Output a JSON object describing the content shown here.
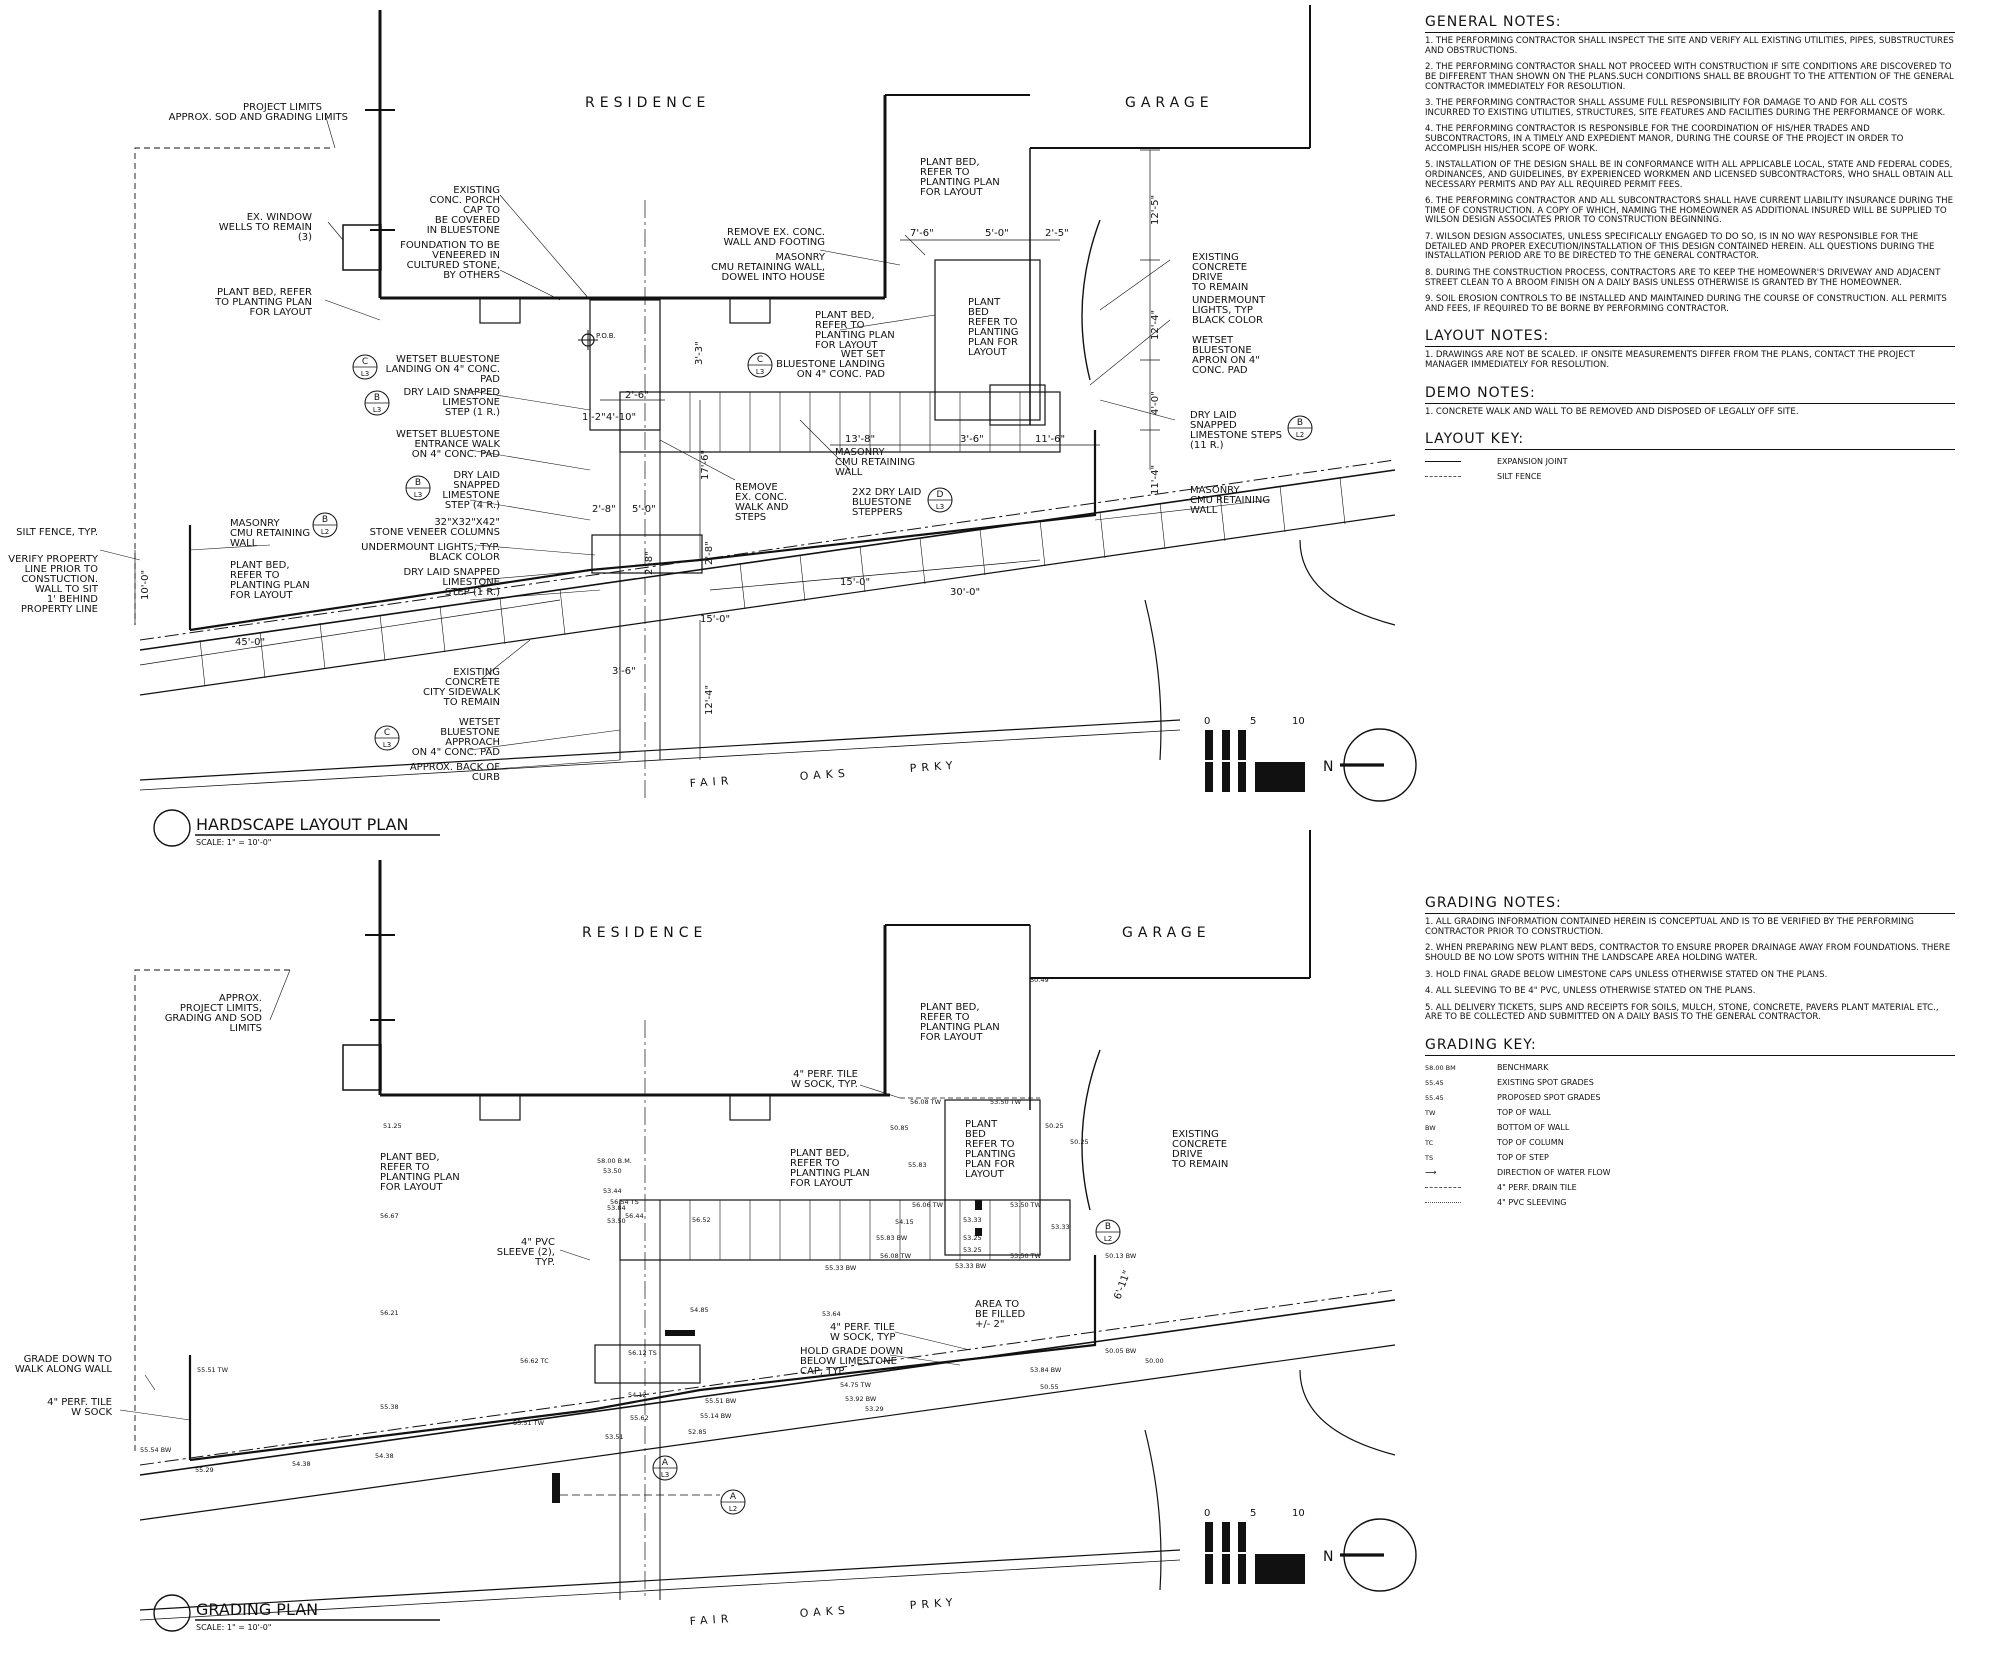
{
  "hardscape_plan": {
    "title": "HARDSCAPE LAYOUT PLAN",
    "scale": "SCALE: 1\" = 10'-0\"",
    "residence": "RESIDENCE",
    "garage": "GARAGE",
    "street": [
      "FAIR",
      "OAKS",
      "PRKY"
    ],
    "scale_bar": [
      "0",
      "5",
      "10"
    ],
    "north": "N",
    "labels": [
      "PROJECT LIMITS",
      "APPROX. SOD AND GRADING LIMITS",
      "EX. WINDOW",
      "WELLS TO REMAIN",
      "(3)",
      "PLANT BED, REFER",
      "TO PLANTING PLAN",
      "FOR LAYOUT",
      "EXISTING",
      "CONC. PORCH",
      "CAP TO",
      "BE COVERED",
      "IN BLUESTONE",
      "FOUNDATION TO BE",
      "VENEERED IN",
      "CULTURED STONE,",
      "BY OTHERS",
      "WETSET BLUESTONE",
      "LANDING ON 4\" CONC.",
      "PAD",
      "DRY LAID SNAPPED",
      "LIMESTONE",
      "STEP (1 R.)",
      "WETSET BLUESTONE",
      "ENTRANCE WALK",
      "ON 4\" CONC. PAD",
      "DRY LAID",
      "SNAPPED",
      "LIMESTONE",
      "STEP (4 R.)",
      "32\"X32\"X42\"",
      "STONE VENEER COLUMNS",
      "UNDERMOUNT LIGHTS, TYP.",
      "BLACK COLOR",
      "DRY LAID SNAPPED",
      "LIMESTONE",
      "STEP (1 R.)",
      "SILT FENCE, TYP.",
      "MASONRY",
      "CMU RETAINING",
      "WALL",
      "VERIFY PROPERTY",
      "LINE PRIOR TO",
      "CONSTUCTION.",
      "WALL TO SIT",
      "1' BEHIND",
      "PROPERTY LINE",
      "PLANT BED,",
      "REFER TO",
      "PLANTING PLAN",
      "FOR LAYOUT",
      "EXISTING",
      "CONCRETE",
      "CITY SIDEWALK",
      "TO REMAIN",
      "WETSET",
      "BLUESTONE",
      "APPROACH",
      "ON 4\" CONC. PAD",
      "APPROX. BACK OF",
      "CURB",
      "REMOVE EX. CONC.",
      "WALL AND FOOTING",
      "MASONRY",
      "CMU RETAINING WALL,",
      "DOWEL INTO HOUSE",
      "PLANT BED,",
      "REFER TO",
      "PLANTING PLAN",
      "FOR LAYOUT",
      "WET SET",
      "BLUESTONE LANDING",
      "ON 4\" CONC. PAD",
      "PLANT BED,",
      "REFER TO",
      "PLANTING PLAN",
      "FOR LAYOUT",
      "PLANT",
      "BED",
      "REFER TO",
      "PLANTING",
      "PLAN FOR",
      "LAYOUT",
      "EXISTING",
      "CONCRETE",
      "DRIVE",
      "TO REMAIN",
      "UNDERMOUNT",
      "LIGHTS, TYP",
      "BLACK COLOR",
      "WETSET",
      "BLUESTONE",
      "APRON ON 4\"",
      "CONC. PAD",
      "DRY LAID",
      "SNAPPED",
      "LIMESTONE STEPS",
      "(11 R.)",
      "MASONRY",
      "CMU RETAINING",
      "WALL",
      "REMOVE",
      "EX. CONC.",
      "WALK AND",
      "STEPS",
      "MASONRY",
      "CMU RETAINING",
      "WALL",
      "2X2 DRY LAID",
      "BLUESTONE",
      "STEPPERS",
      "P.O.B."
    ],
    "callouts": [
      {
        "letter": "C",
        "sheet": "L3"
      },
      {
        "letter": "B",
        "sheet": "L3"
      },
      {
        "letter": "C",
        "sheet": "L3"
      },
      {
        "letter": "B",
        "sheet": "L2"
      },
      {
        "letter": "B",
        "sheet": "L3"
      },
      {
        "letter": "B",
        "sheet": "L2"
      },
      {
        "letter": "D",
        "sheet": "L3"
      },
      {
        "letter": "C",
        "sheet": "L3"
      }
    ],
    "dimensions": [
      "12'-5\"",
      "12'-4\"",
      "4'-0\"",
      "11'-4\"",
      "7'-6\"",
      "5'-0\"",
      "2'-5\"",
      "3'-3\"",
      "2'-6\"",
      "1'-2\"",
      "4'-10\"",
      "13'-8\"",
      "3'-6\"",
      "11'-6\"",
      "17'-6\"",
      "2'-8\"",
      "5'-0\"",
      "2'-8\"",
      "2'-8\"",
      "15'-0\"",
      "30'-0\"",
      "15'-0\"",
      "45'-0\"",
      "10'-0\"",
      "3'-6\"",
      "12'-4\""
    ]
  },
  "grading_plan": {
    "title": "GRADING PLAN",
    "scale": "SCALE: 1\" = 10'-0\"",
    "residence": "RESIDENCE",
    "garage": "GARAGE",
    "street": [
      "FAIR",
      "OAKS",
      "PRKY"
    ],
    "scale_bar": [
      "0",
      "5",
      "10"
    ],
    "north": "N",
    "labels": [
      "APPROX.",
      "PROJECT LIMITS,",
      "GRADING AND SOD",
      "LIMITS",
      "PLANT BED,",
      "REFER TO",
      "PLANTING PLAN",
      "FOR LAYOUT",
      "4\" PVC",
      "SLEEVE (2),",
      "TYP.",
      "GRADE DOWN TO",
      "WALK ALONG WALL",
      "4\" PERF. TILE",
      "W SOCK",
      "PLANT BED,",
      "REFER TO",
      "PLANTING PLAN",
      "FOR LAYOUT",
      "4\" PERF. TILE",
      "W SOCK, TYP.",
      "PLANT BED,",
      "REFER TO",
      "PLANTING PLAN",
      "FOR LAYOUT",
      "PLANT",
      "BED",
      "REFER TO",
      "PLANTING",
      "PLAN FOR",
      "LAYOUT",
      "EXISTING",
      "CONCRETE",
      "DRIVE",
      "TO REMAIN",
      "AREA TO",
      "BE FILLED",
      "+/- 2\"",
      "4\" PERF. TILE",
      "W SOCK, TYP",
      "HOLD GRADE DOWN",
      "BELOW LIMESTONE",
      "CAP, TYP."
    ],
    "spot_grades": [
      "50.49",
      "51.25",
      "50.85",
      "50.25",
      "50.25",
      "56.08 TW",
      "53.50 TW",
      "58.00 B.M.",
      "53.50",
      "53.44",
      "53.84",
      "53.50",
      "55.83",
      "56.54 TS",
      "56.44",
      "56.52",
      "54.15",
      "56.06 TW",
      "53.33",
      "53.50 TW",
      "55.83 BW",
      "53.25",
      "53.33",
      "53.25",
      "53.33 BW",
      "55.33 BW",
      "56.08 TW",
      "53.50 TW",
      "50.13 BW",
      "56.67",
      "56.21",
      "54.85",
      "53.64",
      "56.12 TS",
      "56.62 TC",
      "50.05 BW",
      "50.00",
      "55.51 TW",
      "54.75 TW",
      "53.84 BW",
      "54.12",
      "55.51 BW",
      "53.92 BW",
      "50.55",
      "55.38",
      "55.51 TW",
      "55.62",
      "55.14 BW",
      "53.29",
      "55.54 BW",
      "53.51",
      "52.85",
      "54.38",
      "55.29",
      "54.38"
    ],
    "callouts": [
      {
        "letter": "B",
        "sheet": "L2"
      },
      {
        "letter": "A",
        "sheet": "L3"
      },
      {
        "letter": "A",
        "sheet": "L2"
      }
    ],
    "dimensions": [
      "6'-11\""
    ]
  },
  "general_notes": {
    "heading": "GENERAL NOTES:",
    "items": [
      "1. THE PERFORMING CONTRACTOR SHALL INSPECT THE SITE AND VERIFY ALL EXISTING UTILITIES, PIPES, SUBSTRUCTURES AND OBSTRUCTIONS.",
      "2. THE PERFORMING CONTRACTOR SHALL NOT PROCEED WITH CONSTRUCTION IF SITE CONDITIONS ARE DISCOVERED TO BE DIFFERENT THAN SHOWN ON THE PLANS.SUCH CONDITIONS SHALL BE BROUGHT TO THE ATTENTION OF THE GENERAL CONTRACTOR IMMEDIATELY FOR RESOLUTION.",
      "3. THE PERFORMING CONTRACTOR SHALL ASSUME FULL RESPONSIBILITY FOR DAMAGE TO AND FOR ALL COSTS INCURRED TO EXISTING UTILITIES, STRUCTURES, SITE FEATURES AND FACILITIES DURING THE PERFORMANCE OF WORK.",
      "4. THE PERFORMING CONTRACTOR IS RESPONSIBLE FOR THE COORDINATION OF HIS/HER TRADES AND SUBCONTRACTORS, IN A TIMELY AND EXPEDIENT MANOR, DURING THE COURSE OF THE PROJECT IN ORDER TO ACCOMPLISH HIS/HER SCOPE OF WORK.",
      "5. INSTALLATION OF THE DESIGN SHALL BE IN CONFORMANCE WITH ALL APPLICABLE LOCAL, STATE AND FEDERAL CODES, ORDINANCES, AND GUIDELINES, BY EXPERIENCED WORKMEN AND LICENSED SUBCONTRACTORS, WHO SHALL OBTAIN ALL NECESSARY PERMITS AND PAY ALL REQUIRED PERMIT FEES.",
      "6. THE PERFORMING CONTRACTOR AND ALL SUBCONTRACTORS SHALL HAVE CURRENT LIABILITY INSURANCE DURING THE TIME OF CONSTRUCTION. A COPY OF WHICH, NAMING THE HOMEOWNER AS ADDITIONAL INSURED WILL BE SUPPLIED TO WILSON DESIGN ASSOCIATES PRIOR TO CONSTRUCTION BEGINNING.",
      "7. WILSON DESIGN ASSOCIATES, UNLESS SPECIFICALLY ENGAGED TO DO SO, IS IN NO WAY RESPONSIBLE FOR THE DETAILED AND PROPER EXECUTION/INSTALLATION OF THIS DESIGN CONTAINED HEREIN. ALL QUESTIONS DURING THE INSTALLATION PERIOD ARE TO BE DIRECTED TO THE GENERAL CONTRACTOR.",
      "8. DURING THE CONSTRUCTION PROCESS, CONTRACTORS ARE TO KEEP THE HOMEOWNER'S DRIVEWAY AND ADJACENT STREET CLEAN TO A BROOM FINISH ON A DAILY BASIS UNLESS OTHERWISE IS GRANTED BY THE HOMEOWNER.",
      "9. SOIL EROSION CONTROLS TO BE INSTALLED AND MAINTAINED DURING THE COURSE OF CONSTRUCTION. ALL PERMITS AND FEES, IF REQUIRED TO BE BORNE BY PERFORMING CONTRACTOR."
    ]
  },
  "layout_notes": {
    "heading": "LAYOUT NOTES:",
    "items": [
      "1. DRAWINGS ARE NOT BE SCALED. IF ONSITE MEASUREMENTS DIFFER FROM THE PLANS, CONTACT THE PROJECT MANAGER IMMEDIATELY FOR RESOLUTION."
    ]
  },
  "demo_notes": {
    "heading": "DEMO NOTES:",
    "items": [
      "1. CONCRETE WALK AND WALL TO BE REMOVED AND DISPOSED OF LEGALLY OFF SITE."
    ]
  },
  "layout_key": {
    "heading": "LAYOUT KEY:",
    "items": [
      {
        "symbol": "solid-line",
        "label": "EXPANSION JOINT"
      },
      {
        "symbol": "dashed-line",
        "label": "SILT FENCE"
      }
    ]
  },
  "grading_notes": {
    "heading": "GRADING NOTES:",
    "items": [
      "1. ALL GRADING INFORMATION CONTAINED HEREIN IS CONCEPTUAL AND IS TO BE VERIFIED BY THE PERFORMING CONTRACTOR PRIOR TO CONSTRUCTION.",
      "2. WHEN PREPARING NEW PLANT BEDS, CONTRACTOR TO ENSURE PROPER DRAINAGE AWAY FROM FOUNDATIONS. THERE SHOULD BE NO LOW SPOTS WITHIN THE LANDSCAPE AREA HOLDING WATER.",
      "3. HOLD FINAL GRADE BELOW LIMESTONE CAPS UNLESS OTHERWISE STATED ON THE PLANS.",
      "4. ALL SLEEVING TO BE 4\" PVC, UNLESS OTHERWISE STATED ON THE PLANS.",
      "5. ALL DELIVERY TICKETS, SLIPS AND RECEIPTS FOR SOILS, MULCH, STONE, CONCRETE, PAVERS PLANT MATERIAL ETC., ARE TO BE COLLECTED AND SUBMITTED ON A DAILY BASIS TO THE GENERAL CONTRACTOR."
    ]
  },
  "grading_key": {
    "heading": "GRADING KEY:",
    "items": [
      {
        "symbol": "58.00 BM",
        "label": "BENCHMARK"
      },
      {
        "symbol": "55.45",
        "label": "EXISTING SPOT GRADES"
      },
      {
        "symbol": "55.45",
        "label": "PROPOSED SPOT GRADES"
      },
      {
        "symbol": "TW",
        "label": "TOP OF WALL"
      },
      {
        "symbol": "BW",
        "label": "BOTTOM OF WALL"
      },
      {
        "symbol": "TC",
        "label": "TOP OF COLUMN"
      },
      {
        "symbol": "TS",
        "label": "TOP OF STEP"
      },
      {
        "symbol": "arrow",
        "label": "DIRECTION OF WATER FLOW"
      },
      {
        "symbol": "dash-dot-line",
        "label": "4\" PERF. DRAIN TILE"
      },
      {
        "symbol": "dotted-line",
        "label": "4\" PVC SLEEVING"
      }
    ]
  }
}
